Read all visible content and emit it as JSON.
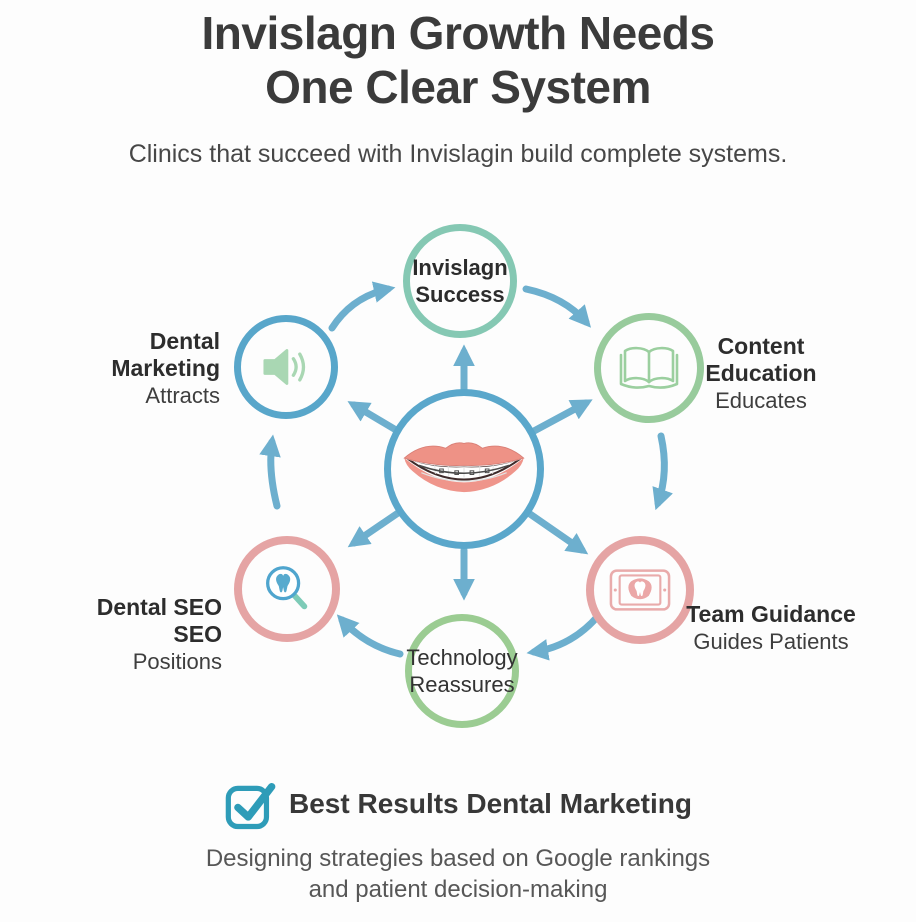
{
  "header": {
    "title_line1": "Invislagn Growth Needs",
    "title_line2": "One Clear System",
    "subtitle": "Clinics that succeed with Invislagin build complete systems."
  },
  "diagram": {
    "hub": {
      "icon": "smiling-mouth-with-braces"
    },
    "nodes": {
      "success": {
        "line1": "Invislagn",
        "line2": "Success"
      },
      "marketing": {
        "icon": "speaker-icon",
        "label_line1": "Dental",
        "label_line2": "Marketing",
        "sublabel": "Attracts"
      },
      "content": {
        "icon": "open-book-icon",
        "label_line1": "Content",
        "label_line2": "Education",
        "sublabel": "Educates"
      },
      "guidance": {
        "icon": "tablet-tooth-icon",
        "label": "Team Guidance",
        "sublabel": "Guides Patients"
      },
      "technology": {
        "line1": "Technology",
        "line2": "Reassures"
      },
      "seo": {
        "icon": "tooth-magnifier-icon",
        "label_line1": "Dental SEO",
        "label_line2": "SEO",
        "sublabel": "Positions"
      }
    },
    "colors": {
      "arrow_blue": "#6DAFCE",
      "hub_ring": "#5AA7CB",
      "success_ring": "#85C8B3",
      "marketing_ring": "#58A6CA",
      "content_ring": "#98CB9C",
      "guidance_ring": "#E5A4A4",
      "seo_ring": "#E5A4A4",
      "technology_ring": "#9BCC92",
      "icon_green": "#A9D7B3",
      "icon_pink": "#E9ABAB",
      "tooth_blue": "#57AACE",
      "magnifier_handle_teal": "#7DCBB7",
      "checkbox_teal": "#2E9CB8"
    }
  },
  "footer": {
    "brand": "Best Results Dental Marketing",
    "tagline_line1": "Designing strategies based on Google rankings",
    "tagline_line2": "and patient decision-making"
  }
}
